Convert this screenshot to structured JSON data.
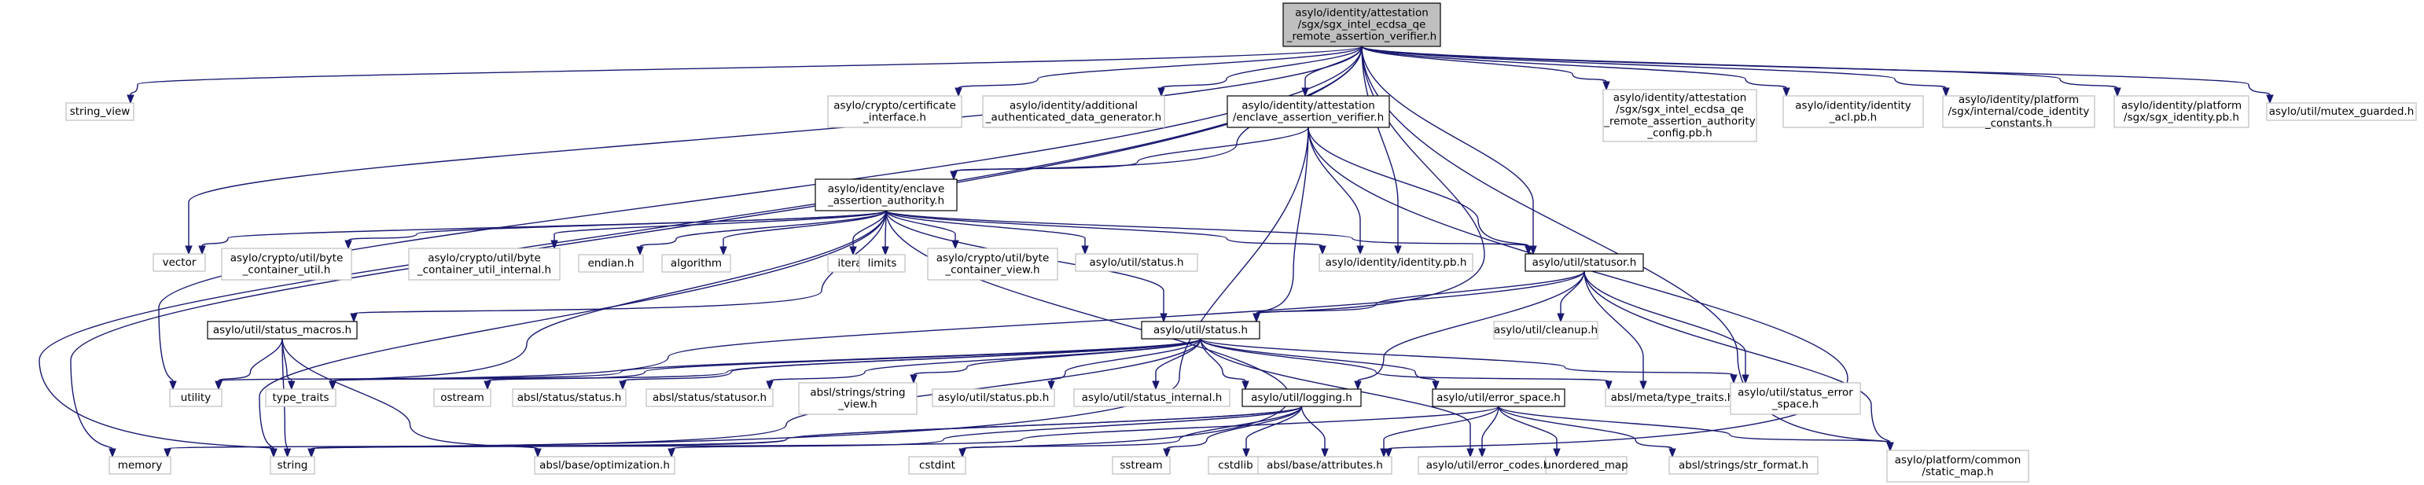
{
  "colors": {
    "edge": "#191970",
    "focus_fill": "#bfbfbf",
    "documented_border": "#000000",
    "external_border": "#bfbfbf"
  },
  "nodes": [
    {
      "id": "root",
      "kind": "focus",
      "lines": [
        "asylo/identity/attestation",
        "/sgx/sgx_intel_ecdsa_qe",
        "_remote_assertion_verifier.h"
      ]
    },
    {
      "id": "string_view",
      "kind": "external",
      "lines": [
        "string_view"
      ]
    },
    {
      "id": "cert_if",
      "kind": "external",
      "lines": [
        "asylo/crypto/certificate",
        "_interface.h"
      ]
    },
    {
      "id": "aad_gen",
      "kind": "external",
      "lines": [
        "asylo/identity/additional",
        "_authenticated_data_generator.h"
      ]
    },
    {
      "id": "eav",
      "kind": "documented",
      "lines": [
        "asylo/identity/attestation",
        "/enclave_assertion_verifier.h"
      ]
    },
    {
      "id": "qe_config",
      "kind": "external",
      "lines": [
        "asylo/identity/attestation",
        "/sgx/sgx_intel_ecdsa_qe",
        "_remote_assertion_authority",
        "_config.pb.h"
      ]
    },
    {
      "id": "id_acl",
      "kind": "external",
      "lines": [
        "asylo/identity/identity",
        "_acl.pb.h"
      ]
    },
    {
      "id": "code_identity",
      "kind": "external",
      "lines": [
        "asylo/identity/platform",
        "/sgx/internal/code_identity",
        "_constants.h"
      ]
    },
    {
      "id": "sgx_identity",
      "kind": "external",
      "lines": [
        "asylo/identity/platform",
        "/sgx/sgx_identity.pb.h"
      ]
    },
    {
      "id": "mutex",
      "kind": "external",
      "lines": [
        "asylo/util/mutex_guarded.h"
      ]
    },
    {
      "id": "eaa",
      "kind": "documented",
      "lines": [
        "asylo/identity/enclave",
        "_assertion_authority.h"
      ]
    },
    {
      "id": "vector",
      "kind": "external",
      "lines": [
        "vector"
      ]
    },
    {
      "id": "bcu",
      "kind": "external",
      "lines": [
        "asylo/crypto/util/byte",
        "_container_util.h"
      ]
    },
    {
      "id": "bcui",
      "kind": "external",
      "lines": [
        "asylo/crypto/util/byte",
        "_container_util_internal.h"
      ]
    },
    {
      "id": "endian",
      "kind": "external",
      "lines": [
        "endian.h"
      ]
    },
    {
      "id": "algorithm",
      "kind": "external",
      "lines": [
        "algorithm"
      ]
    },
    {
      "id": "iterator",
      "kind": "external",
      "lines": [
        "iterator"
      ]
    },
    {
      "id": "limits",
      "kind": "external",
      "lines": [
        "limits"
      ]
    },
    {
      "id": "bcv",
      "kind": "external",
      "lines": [
        "asylo/crypto/util/byte",
        "_container_view.h"
      ]
    },
    {
      "id": "ustatus",
      "kind": "external",
      "lines": [
        "asylo/util/status.h"
      ]
    },
    {
      "id": "idpb",
      "kind": "external",
      "lines": [
        "asylo/identity/identity.pb.h"
      ]
    },
    {
      "id": "statusor",
      "kind": "documented",
      "lines": [
        "asylo/util/statusor.h"
      ]
    },
    {
      "id": "macros",
      "kind": "documented",
      "lines": [
        "asylo/util/status_macros.h"
      ]
    },
    {
      "id": "status",
      "kind": "documented",
      "lines": [
        "asylo/util/status.h"
      ]
    },
    {
      "id": "cleanup",
      "kind": "external",
      "lines": [
        "asylo/util/cleanup.h"
      ]
    },
    {
      "id": "utility",
      "kind": "external",
      "lines": [
        "utility"
      ]
    },
    {
      "id": "type_traits",
      "kind": "external",
      "lines": [
        "type_traits"
      ]
    },
    {
      "id": "ostream",
      "kind": "external",
      "lines": [
        "ostream"
      ]
    },
    {
      "id": "absl_status",
      "kind": "external",
      "lines": [
        "absl/status/status.h"
      ]
    },
    {
      "id": "absl_statusor",
      "kind": "external",
      "lines": [
        "absl/status/statusor.h"
      ]
    },
    {
      "id": "string_viewh",
      "kind": "external",
      "lines": [
        "absl/strings/string",
        "_view.h"
      ]
    },
    {
      "id": "status_pb",
      "kind": "external",
      "lines": [
        "asylo/util/status.pb.h"
      ]
    },
    {
      "id": "status_internal",
      "kind": "external",
      "lines": [
        "asylo/util/status_internal.h"
      ]
    },
    {
      "id": "logging",
      "kind": "documented",
      "lines": [
        "asylo/util/logging.h"
      ]
    },
    {
      "id": "error_space",
      "kind": "documented",
      "lines": [
        "asylo/util/error_space.h"
      ]
    },
    {
      "id": "meta_tt",
      "kind": "external",
      "lines": [
        "absl/meta/type_traits.h"
      ]
    },
    {
      "id": "status_error_space",
      "kind": "external",
      "lines": [
        "asylo/util/status_error",
        "_space.h"
      ]
    },
    {
      "id": "memory",
      "kind": "external",
      "lines": [
        "memory"
      ]
    },
    {
      "id": "string",
      "kind": "external",
      "lines": [
        "string"
      ]
    },
    {
      "id": "optimization",
      "kind": "external",
      "lines": [
        "absl/base/optimization.h"
      ]
    },
    {
      "id": "cstdint",
      "kind": "external",
      "lines": [
        "cstdint"
      ]
    },
    {
      "id": "sstream",
      "kind": "external",
      "lines": [
        "sstream"
      ]
    },
    {
      "id": "cstdlib",
      "kind": "external",
      "lines": [
        "cstdlib"
      ]
    },
    {
      "id": "attributes",
      "kind": "external",
      "lines": [
        "absl/base/attributes.h"
      ]
    },
    {
      "id": "error_codes",
      "kind": "external",
      "lines": [
        "asylo/util/error_codes.h"
      ]
    },
    {
      "id": "unordered_map",
      "kind": "external",
      "lines": [
        "unordered_map"
      ]
    },
    {
      "id": "str_format",
      "kind": "external",
      "lines": [
        "absl/strings/str_format.h"
      ]
    },
    {
      "id": "static_map",
      "kind": "external",
      "lines": [
        "asylo/platform/common",
        "/static_map.h"
      ]
    }
  ],
  "edges": [
    [
      "root",
      "memory"
    ],
    [
      "root",
      "string"
    ],
    [
      "root",
      "string_view"
    ],
    [
      "root",
      "utility"
    ],
    [
      "root",
      "vector"
    ],
    [
      "root",
      "cert_if"
    ],
    [
      "root",
      "aad_gen"
    ],
    [
      "root",
      "eav"
    ],
    [
      "root",
      "eaa"
    ],
    [
      "root",
      "idpb"
    ],
    [
      "root",
      "status"
    ],
    [
      "root",
      "statusor"
    ],
    [
      "root",
      "static_map"
    ],
    [
      "root",
      "qe_config"
    ],
    [
      "root",
      "id_acl"
    ],
    [
      "root",
      "code_identity"
    ],
    [
      "root",
      "sgx_identity"
    ],
    [
      "root",
      "mutex"
    ],
    [
      "eav",
      "eaa"
    ],
    [
      "eav",
      "string"
    ],
    [
      "eav",
      "idpb"
    ],
    [
      "eav",
      "status"
    ],
    [
      "eav",
      "statusor"
    ],
    [
      "eav",
      "attributes"
    ],
    [
      "eaa",
      "vector"
    ],
    [
      "eaa",
      "string"
    ],
    [
      "eaa",
      "bcu"
    ],
    [
      "eaa",
      "bcui"
    ],
    [
      "eaa",
      "endian"
    ],
    [
      "eaa",
      "algorithm"
    ],
    [
      "eaa",
      "iterator"
    ],
    [
      "eaa",
      "limits"
    ],
    [
      "eaa",
      "bcv"
    ],
    [
      "eaa",
      "ustatus"
    ],
    [
      "eaa",
      "idpb"
    ],
    [
      "eaa",
      "statusor"
    ],
    [
      "eaa",
      "macros"
    ],
    [
      "eaa",
      "status"
    ],
    [
      "eaa",
      "type_traits"
    ],
    [
      "eaa",
      "cstdint"
    ],
    [
      "statusor",
      "cleanup"
    ],
    [
      "statusor",
      "logging"
    ],
    [
      "statusor",
      "status"
    ],
    [
      "statusor",
      "status_error_space"
    ],
    [
      "statusor",
      "meta_tt"
    ],
    [
      "statusor",
      "type_traits"
    ],
    [
      "statusor",
      "static_map"
    ],
    [
      "macros",
      "utility"
    ],
    [
      "macros",
      "type_traits"
    ],
    [
      "macros",
      "optimization"
    ],
    [
      "macros",
      "string"
    ],
    [
      "status",
      "utility"
    ],
    [
      "status",
      "type_traits"
    ],
    [
      "status",
      "ostream"
    ],
    [
      "status",
      "absl_status"
    ],
    [
      "status",
      "absl_statusor"
    ],
    [
      "status",
      "string_viewh"
    ],
    [
      "status",
      "status_pb"
    ],
    [
      "status",
      "status_internal"
    ],
    [
      "status",
      "logging"
    ],
    [
      "status",
      "error_space"
    ],
    [
      "status",
      "meta_tt"
    ],
    [
      "status",
      "status_error_space"
    ],
    [
      "status",
      "string"
    ],
    [
      "status",
      "error_codes"
    ],
    [
      "logging",
      "memory"
    ],
    [
      "logging",
      "string"
    ],
    [
      "logging",
      "optimization"
    ],
    [
      "logging",
      "cstdint"
    ],
    [
      "logging",
      "sstream"
    ],
    [
      "logging",
      "cstdlib"
    ],
    [
      "logging",
      "attributes"
    ],
    [
      "error_space",
      "string"
    ],
    [
      "error_space",
      "error_codes"
    ],
    [
      "error_space",
      "unordered_map"
    ],
    [
      "error_space",
      "str_format"
    ],
    [
      "error_space",
      "static_map"
    ],
    [
      "error_space",
      "attributes"
    ]
  ]
}
